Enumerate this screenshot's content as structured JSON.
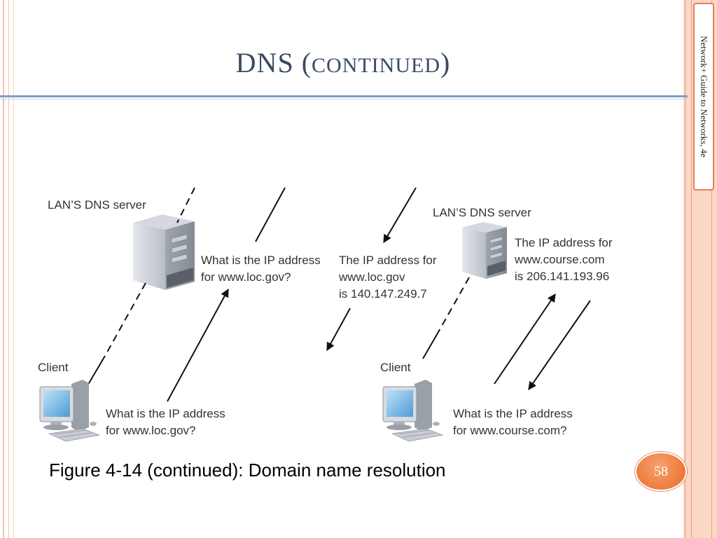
{
  "slide": {
    "title_main": "DNS (",
    "title_smallcaps": "CONTINUED",
    "title_close": ")",
    "side_text": "Network+ Guide to Networks, 4e",
    "page_number": "58",
    "caption": "Figure 4-14 (continued): Domain name resolution"
  },
  "diagram": {
    "left": {
      "server_label": "LAN’S DNS server",
      "client_label": "Client",
      "query_to_server": [
        "What is the IP address",
        "for www.loc.gov?"
      ],
      "client_query": [
        "What is the IP address",
        "for www.loc.gov?"
      ]
    },
    "middle": {
      "response": [
        "The IP address for",
        "www.loc.gov",
        "is 140.147.249.7"
      ]
    },
    "right": {
      "server_label": "LAN’S DNS server",
      "client_label": "Client",
      "server_answer": [
        "The IP address for",
        "www.course.com",
        "is 206.141.193.96"
      ],
      "client_query": [
        "What is the IP address",
        "for www.course.com?"
      ]
    }
  },
  "colors": {
    "title": "#3a4a63",
    "rule": "#7f9fc7",
    "accent_orange": "#ef8041",
    "band": "#fbd7c6"
  }
}
